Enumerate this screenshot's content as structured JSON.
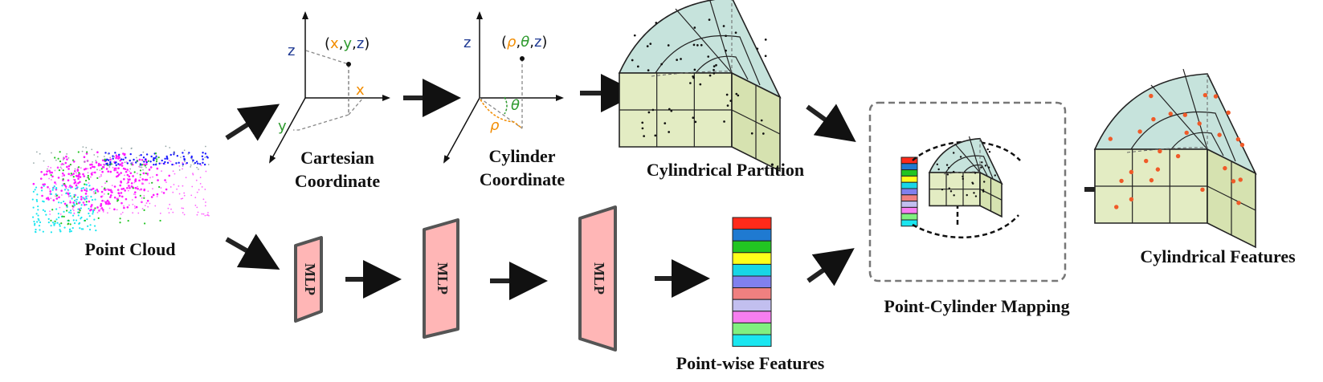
{
  "captions": {
    "point_cloud": "Point Cloud",
    "cartesian_line1": "Cartesian",
    "cartesian_line2": "Coordinate",
    "cylinder_line1": "Cylinder",
    "cylinder_line2": "Coordinate",
    "cylindrical_partition": "Cylindrical Partition",
    "pointwise_features": "Point-wise Features",
    "point_cylinder_mapping": "Point-Cylinder Mapping",
    "cylindrical_features": "Cylindrical Features"
  },
  "cartesian_axes": {
    "z": "z",
    "y": "y",
    "x": "x",
    "point_open": "(",
    "point_x": "x",
    "point_comma1": ",",
    "point_y": "y",
    "point_comma2": ",",
    "point_z": "z",
    "point_close": ")"
  },
  "cylinder_axes": {
    "z": "z",
    "point_open": "(",
    "point_rho": "ρ",
    "point_comma1": ",",
    "point_theta": "θ",
    "point_comma2": ",",
    "point_z": "z",
    "point_close": ")",
    "theta": "θ",
    "rho": "ρ"
  },
  "mlp_label": "MLP",
  "colors": {
    "axis_x": "#f28c00",
    "axis_y": "#2e9a2e",
    "axis_z": "#1f3a93",
    "mlp_fill": "#ffb6b6",
    "cylinder_top": "#c6e3dc",
    "cylinder_side": "#e3ecc3",
    "feature_dot": "#f05a28"
  },
  "feature_stack_colors": [
    "#ff2a1a",
    "#1f7ad1",
    "#22c522",
    "#ffff1a",
    "#18d6e6",
    "#8080ee",
    "#f08080",
    "#c2bfef",
    "#f77ef0",
    "#80f080",
    "#1ae6f0"
  ]
}
